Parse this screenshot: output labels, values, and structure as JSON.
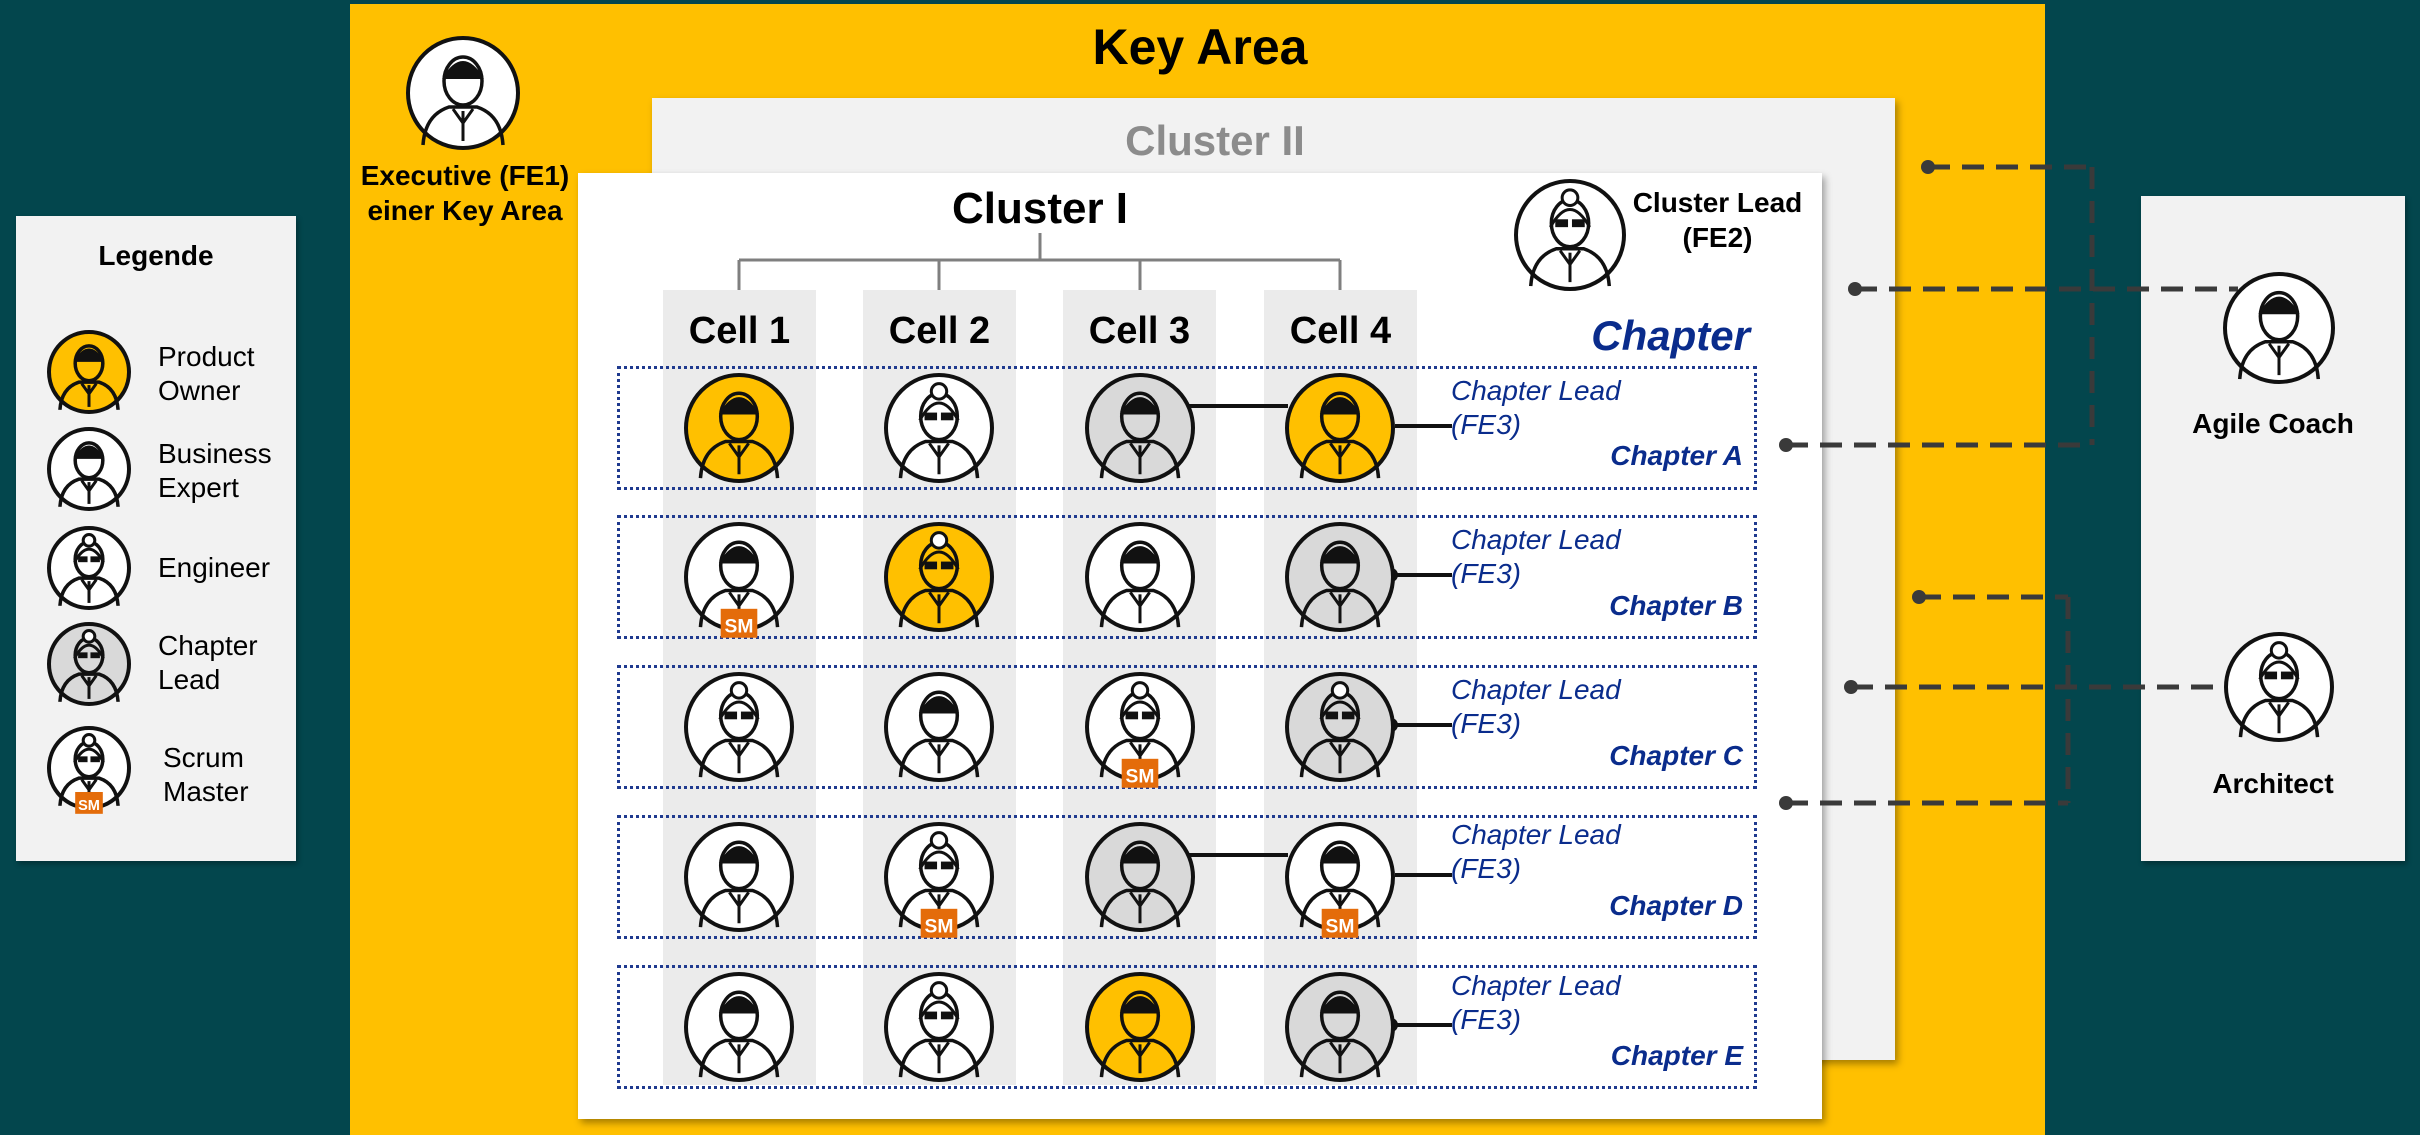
{
  "title": "Key Area",
  "executive_label": "Executive (FE1) einer Key Area",
  "cluster2_title": "Cluster II",
  "cluster1_title": "Cluster I",
  "cluster_lead_label": "Cluster Lead (FE2)",
  "chapter_header": "Chapter",
  "cells": [
    "Cell 1",
    "Cell 2",
    "Cell 3",
    "Cell 4"
  ],
  "chapter_lead_label": "Chapter Lead (FE3)",
  "chapters": [
    {
      "name": "Chapter A",
      "members": [
        "product-owner-m",
        "business-expert-f",
        "chapter-lead-m",
        "product-owner-m"
      ],
      "sm": [
        false,
        false,
        false,
        false
      ],
      "link": [
        2,
        3
      ]
    },
    {
      "name": "Chapter B",
      "members": [
        "business-expert-m",
        "product-owner-f",
        "business-expert-m",
        "chapter-lead-m"
      ],
      "sm": [
        true,
        false,
        false,
        false
      ],
      "link": null
    },
    {
      "name": "Chapter C",
      "members": [
        "engineer-f",
        "business-expert-m",
        "engineer-f",
        "chapter-lead-f"
      ],
      "sm": [
        false,
        false,
        true,
        false
      ],
      "link": null
    },
    {
      "name": "Chapter D",
      "members": [
        "business-expert-m",
        "engineer-f",
        "chapter-lead-m",
        "business-expert-m"
      ],
      "sm": [
        false,
        true,
        false,
        true
      ],
      "link": [
        2,
        3
      ]
    },
    {
      "name": "Chapter E",
      "members": [
        "business-expert-m",
        "engineer-f",
        "product-owner-m",
        "chapter-lead-m"
      ],
      "sm": [
        false,
        false,
        false,
        false
      ],
      "link": null
    }
  ],
  "legend": {
    "title": "Legende",
    "items": [
      {
        "label": "Product Owner",
        "icon": "product-owner-icon"
      },
      {
        "label": "Business Expert",
        "icon": "business-expert-icon"
      },
      {
        "label": "Engineer",
        "icon": "engineer-icon"
      },
      {
        "label": "Chapter Lead",
        "icon": "chapter-lead-icon"
      },
      {
        "label": "Scrum Master",
        "icon": "scrum-master-icon"
      }
    ]
  },
  "sm_badge": "SM",
  "agile_coach_label": "Agile Coach",
  "architect_label": "Architect",
  "colors": {
    "background": "#03464d",
    "key_area": "#ffc000",
    "product_owner": "#ffc000",
    "chapter_lead": "#d9d9d9",
    "chapter_text": "#0a2c8c",
    "sm_badge": "#e46c0a"
  }
}
